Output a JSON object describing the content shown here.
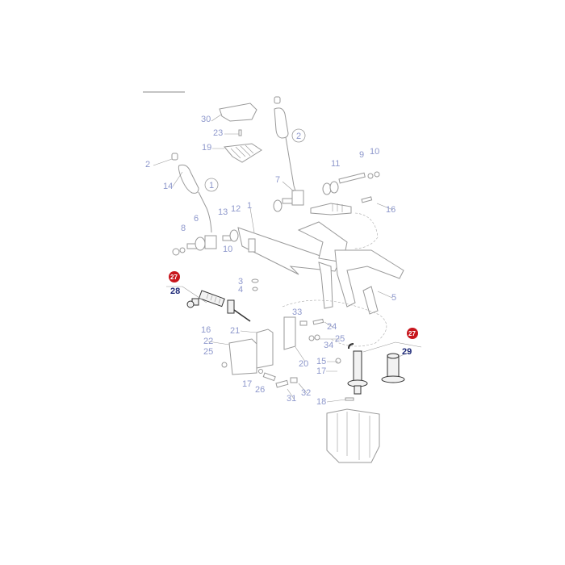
{
  "diagram": {
    "labels": {
      "l30": "30",
      "l23": "23",
      "l19": "19",
      "l2": "2",
      "l14": "14",
      "c1": "1",
      "c2": "2",
      "l7": "7",
      "l11": "11",
      "l9": "9",
      "l10a": "10",
      "l16a": "16",
      "l6": "6",
      "l13": "13",
      "l12": "12",
      "l1": "1",
      "l8": "8",
      "l10b": "10",
      "l3": "3",
      "l4": "4",
      "l5": "5",
      "r27a": "27",
      "l28": "28",
      "l16b": "16",
      "l21": "21",
      "l22": "22",
      "l25a": "25",
      "l33": "33",
      "l24": "24",
      "l25b": "25",
      "l34": "34",
      "l15": "15",
      "l17a": "17",
      "l20": "20",
      "l17b": "17",
      "l26": "26",
      "l31": "31",
      "l32": "32",
      "l18": "18",
      "r27b": "27",
      "l29": "29"
    },
    "colors": {
      "label": "#8e98cc",
      "highlight_label": "#1e2a78",
      "badge": "#c8161d"
    }
  }
}
